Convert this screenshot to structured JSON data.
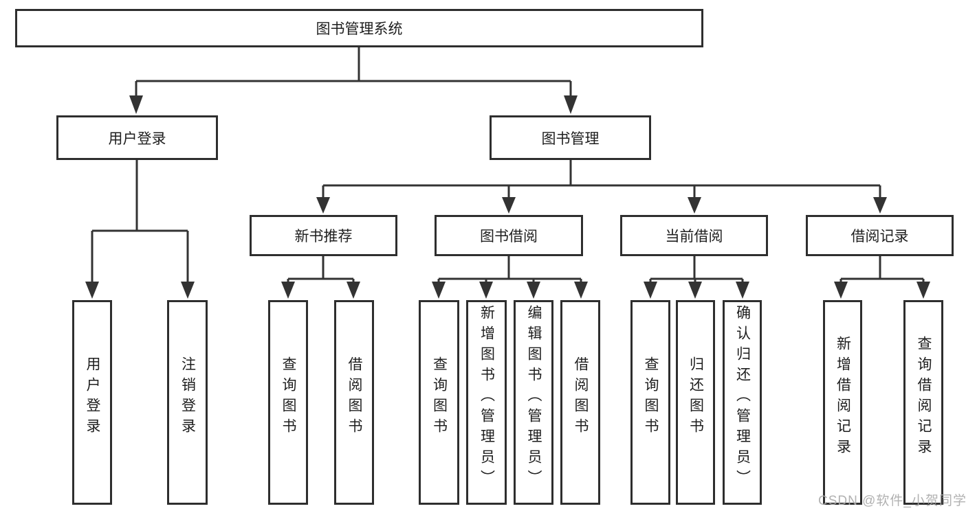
{
  "tree": {
    "label": "图书管理系统",
    "children": [
      {
        "label": "用户登录",
        "children": [
          {
            "label": "用户登录"
          },
          {
            "label": "注销登录"
          }
        ]
      },
      {
        "label": "图书管理",
        "children": [
          {
            "label": "新书推荐",
            "children": [
              {
                "label": "查询图书"
              },
              {
                "label": "借阅图书"
              }
            ]
          },
          {
            "label": "图书借阅",
            "children": [
              {
                "label": "查询图书"
              },
              {
                "label": "新增图书（管理员）"
              },
              {
                "label": "编辑图书（管理员）"
              },
              {
                "label": "借阅图书"
              }
            ]
          },
          {
            "label": "当前借阅",
            "children": [
              {
                "label": "查询图书"
              },
              {
                "label": "归还图书"
              },
              {
                "label": "确认归还（管理员）"
              }
            ]
          },
          {
            "label": "借阅记录",
            "children": [
              {
                "label": "新增借阅记录"
              },
              {
                "label": "查询借阅记录"
              }
            ]
          }
        ]
      }
    ]
  },
  "watermark": "CSDN @软件_小贺同学",
  "colors": {
    "line": "#333333",
    "box_border": "#2e2e2e",
    "text": "#1e1e1e",
    "watermark": "#aaaaaa",
    "background": "#ffffff"
  }
}
